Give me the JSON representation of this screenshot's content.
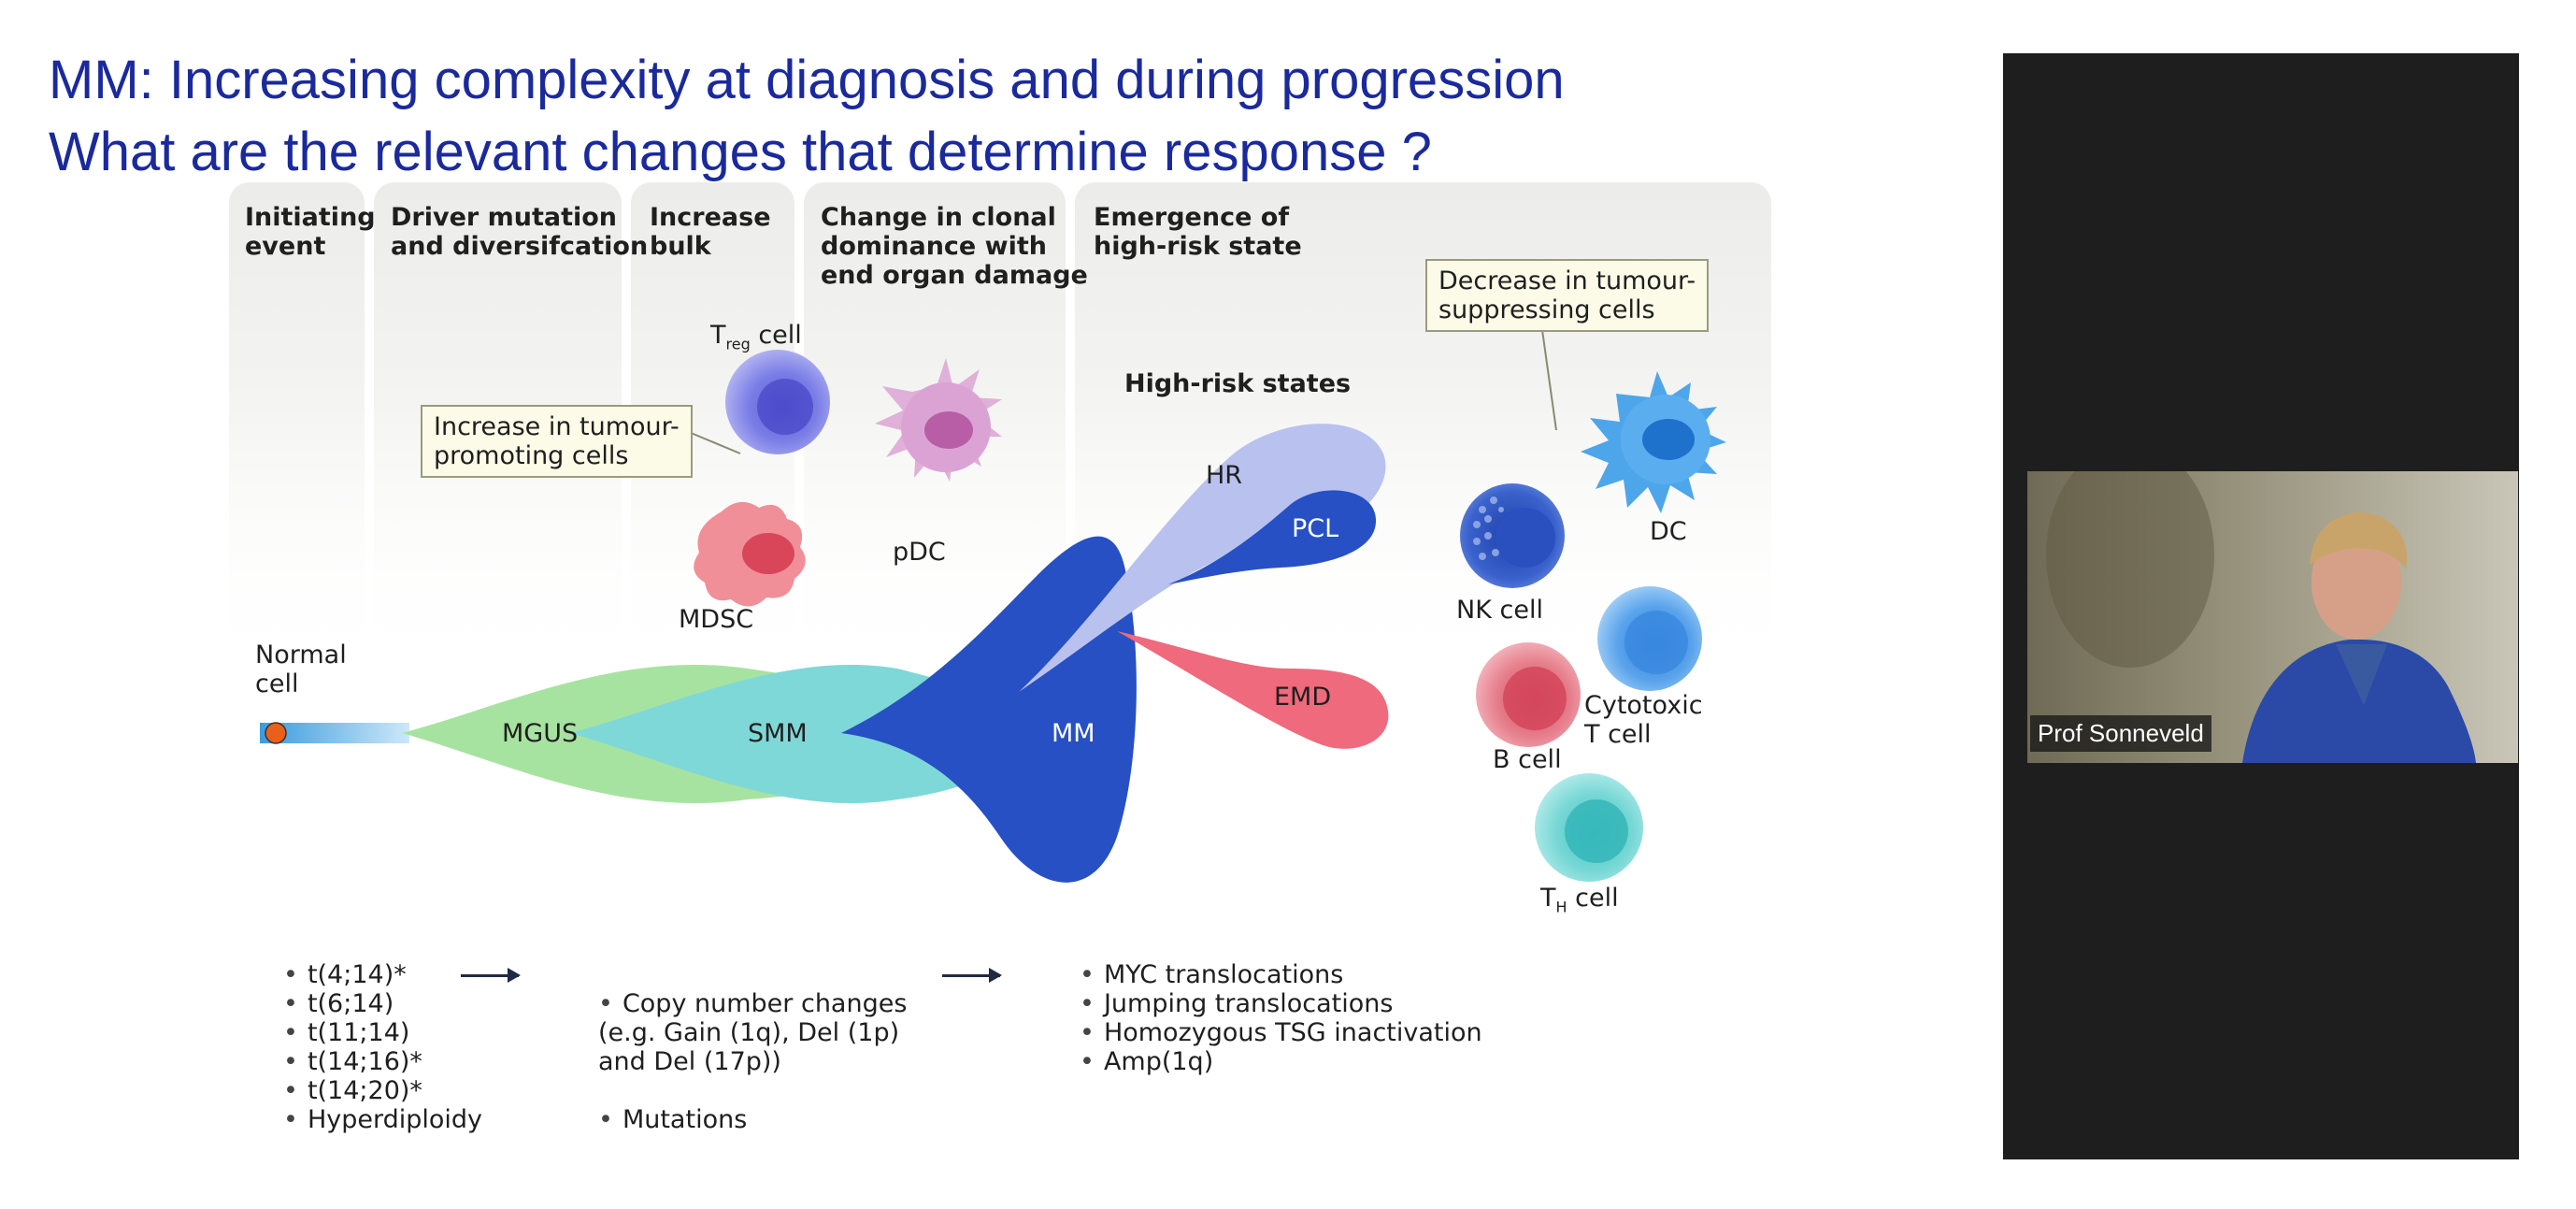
{
  "slide": {
    "title_line1": "MM: Increasing complexity at diagnosis and during progression",
    "title_line2": "What are the relevant changes that determine response ?"
  },
  "figure": {
    "stages": [
      "Initiating\nevent",
      "Driver mutation\nand diversifcation",
      "Increase\nbulk",
      "Change in clonal\ndominance with\nend organ damage",
      "Emergence of\nhigh-risk state"
    ],
    "callouts": {
      "increase": "Increase in tumour-\npromoting cells",
      "decrease": "Decrease in tumour-\nsuppressing cells"
    },
    "cells": {
      "treg": "T",
      "treg_sub": "reg",
      "treg_suffix": " cell",
      "pdc": "pDC",
      "mdsc": "MDSC",
      "nk": "NK cell",
      "dc": "DC",
      "b": "B cell",
      "cytotoxic": "Cytotoxic\nT cell",
      "th": "T",
      "th_sub": "H",
      "th_suffix": " cell",
      "normal": "Normal\ncell"
    },
    "progression": {
      "mgus": "MGUS",
      "smm": "SMM",
      "mm": "MM",
      "high_risk_title": "High-risk states",
      "hr": "HR",
      "pcl": "PCL",
      "emd": "EMD"
    },
    "lists": {
      "translocations": [
        "t(4;14)*",
        "t(6;14)",
        "t(11;14)",
        "t(14;16)*",
        "t(14;20)*",
        "Hyperdiploidy"
      ],
      "secondary": [
        "Copy number changes\n(e.g. Gain (1q), Del (1p)\nand Del (17p))",
        "Mutations"
      ],
      "highrisk": [
        "MYC translocations",
        "Jumping translocations",
        "Homozygous TSG inactivation",
        "Amp(1q)"
      ]
    }
  },
  "video": {
    "presenter_name": "Prof Sonneveld"
  },
  "colors": {
    "title": "#1a2a9c",
    "mm_blue": "#2650c4",
    "emd_red": "#e8546a",
    "panel": "#1e1e1e"
  }
}
